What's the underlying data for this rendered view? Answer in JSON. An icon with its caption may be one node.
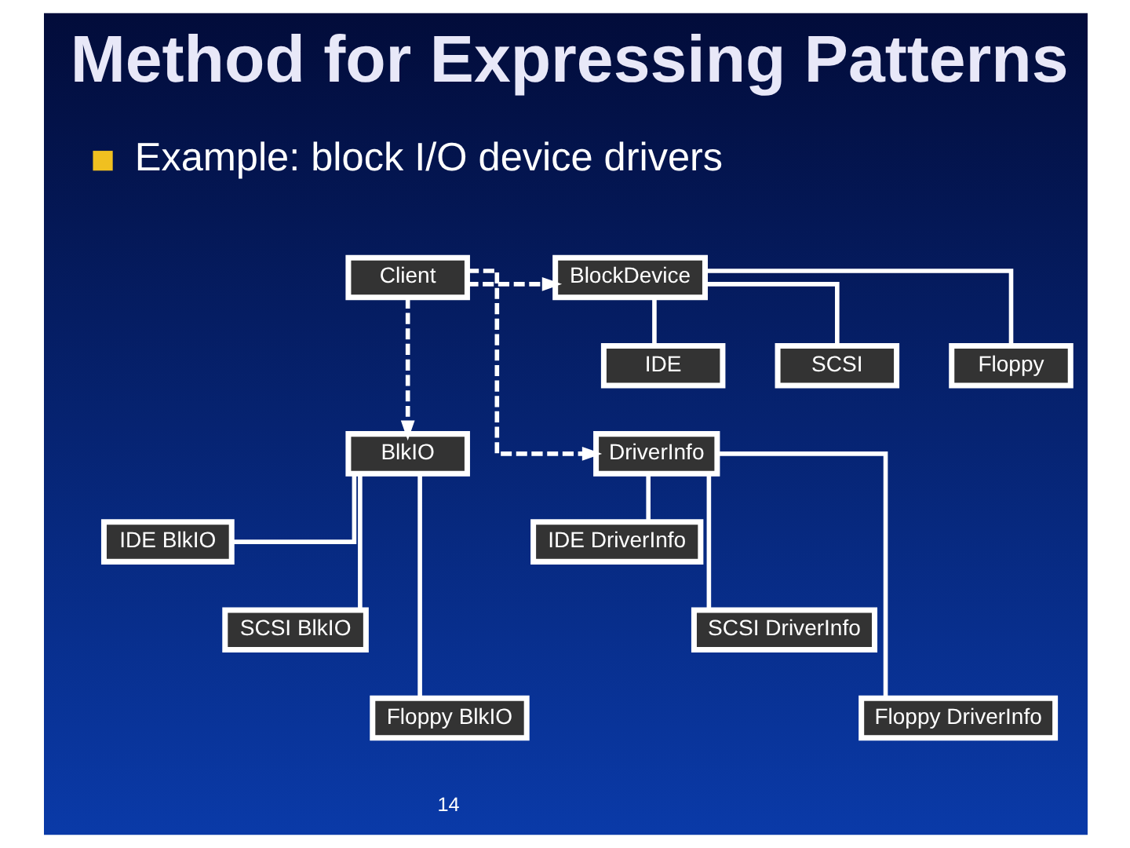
{
  "diagram": {
    "title": "Method for Expressing Patterns",
    "nodes": [
      {
        "text": [
          "Client"
        ]
      },
      {
        "text": [
          "BlockDevice"
        ]
      },
      {
        "text": [
          "IDE"
        ]
      },
      {
        "text": [
          "SCSI"
        ]
      },
      {
        "text": [
          "Floppy"
        ]
      },
      {
        "text": [
          "BlkIO"
        ]
      },
      {
        "text": [
          "DriverInfo"
        ]
      },
      {
        "text": [
          "IDE BlkIO"
        ]
      },
      {
        "text": [
          "IDE DriverInfo"
        ]
      },
      {
        "text": [
          "SCSI BlkIO"
        ]
      },
      {
        "text": [
          "SCSI DriverInfo"
        ]
      },
      {
        "text": [
          "Floppy BlkIO"
        ]
      },
      {
        "text": [
          "Floppy DriverInfo"
        ]
      }
    ],
    "edges": [
      {
        "from": 0,
        "to": 1,
        "arrow": "to",
        "style": "dashed"
      },
      {
        "from": 0,
        "to": 5,
        "arrow": "to",
        "style": "dashed"
      },
      {
        "from": 0,
        "to": 6,
        "arrow": "to",
        "style": "dashed"
      },
      {
        "from": 1,
        "to": 2,
        "arrow": "none"
      },
      {
        "from": 1,
        "to": 3,
        "arrow": "none"
      },
      {
        "from": 1,
        "to": 4,
        "arrow": "none"
      },
      {
        "from": 5,
        "to": 7,
        "arrow": "none"
      },
      {
        "from": 5,
        "to": 9,
        "arrow": "none"
      },
      {
        "from": 5,
        "to": 11,
        "arrow": "none"
      },
      {
        "from": 6,
        "to": 8,
        "arrow": "none"
      },
      {
        "from": 6,
        "to": 10,
        "arrow": "none"
      },
      {
        "from": 6,
        "to": 12,
        "arrow": "none"
      }
    ],
    "labels": [
      "Example: block I/O device drivers",
      "14"
    ]
  }
}
